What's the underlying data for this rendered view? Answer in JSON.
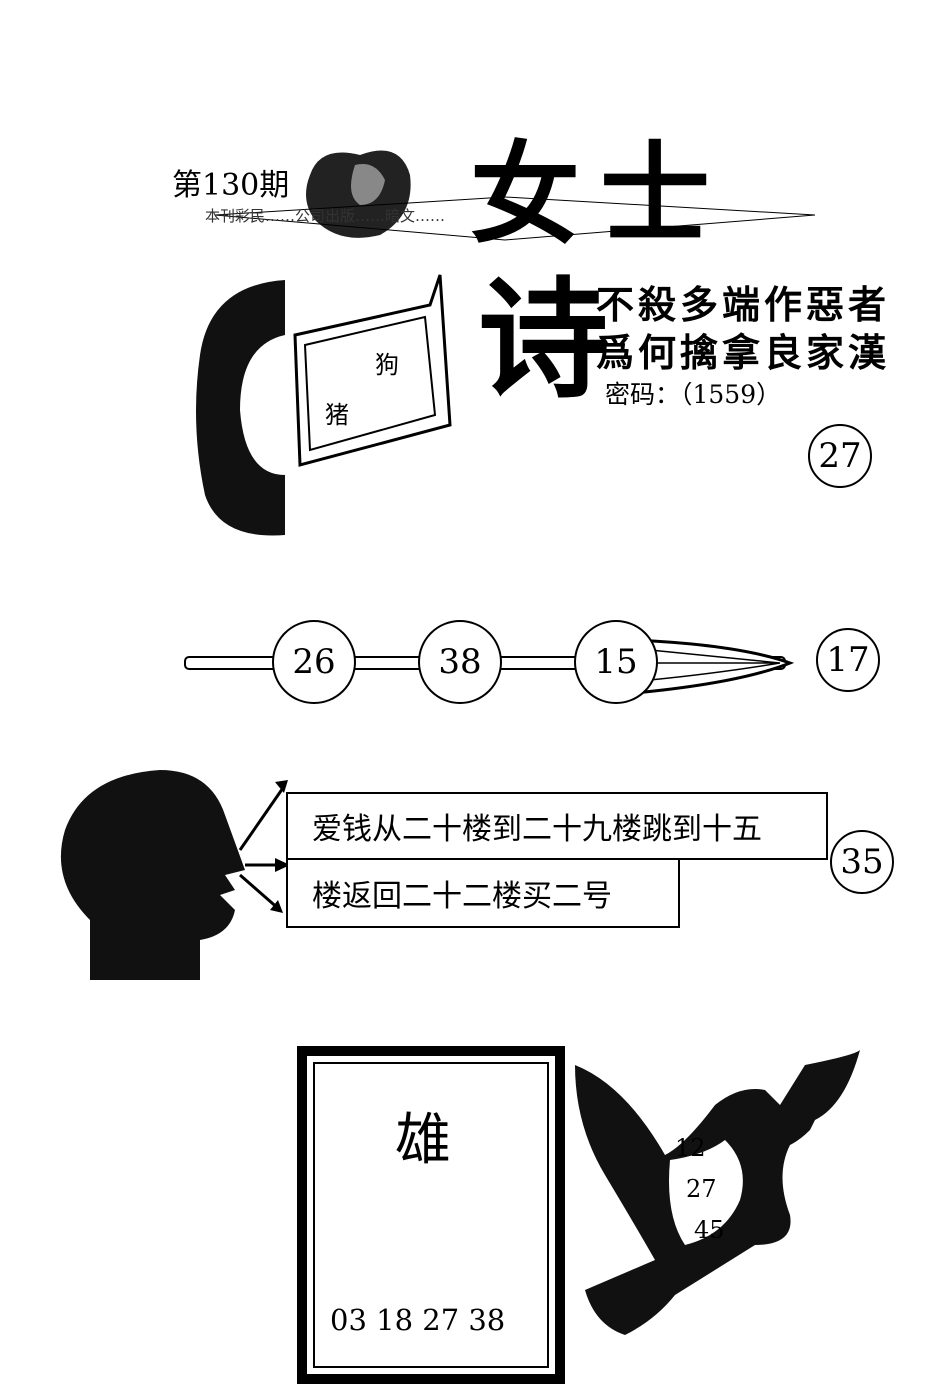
{
  "header": {
    "issue": "第130期",
    "title": "女士",
    "banner": "本刊彩民……公司出版……暗文……"
  },
  "poem": {
    "glyph": "诗",
    "line1": "不殺多端作惡者",
    "line2": "爲何擒拿良家漢",
    "password": "密码：（1559）",
    "circle_number": "27"
  },
  "picture_book": {
    "word_dog": "狗",
    "word_pig": "猪"
  },
  "skewer": {
    "balls": [
      "26",
      "38",
      "15"
    ],
    "circle_number": "17"
  },
  "speech": {
    "line1": "爱钱从二十楼到二十九楼跳到十五",
    "line2": "楼返回二十二楼买二号",
    "circle_number": "35"
  },
  "frame": {
    "character": "雄",
    "numbers": "03 18 27 38"
  },
  "bird": {
    "numbers": [
      "12",
      "27",
      "45"
    ]
  }
}
